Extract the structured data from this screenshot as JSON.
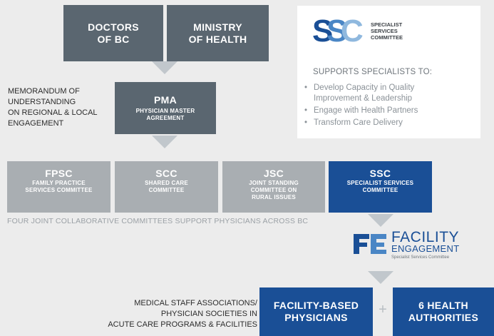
{
  "top": {
    "doctors": [
      "DOCTORS",
      "OF BC"
    ],
    "ministry": [
      "MINISTRY",
      "OF HEALTH"
    ]
  },
  "memo": [
    "MEMORANDUM OF",
    "UNDERSTANDING",
    "ON REGIONAL & LOCAL",
    "ENGAGEMENT"
  ],
  "pma": {
    "title": "PMA",
    "sub": [
      "PHYSICIAN MASTER",
      "AGREEMENT"
    ]
  },
  "ssc_panel": {
    "logo_text": [
      "SPECIALIST",
      "SERVICES",
      "COMMITTEE"
    ],
    "heading": "SUPPORTS SPECIALISTS TO:",
    "bullets": [
      [
        "Develop Capacity in Quality",
        "Improvement & Leadership"
      ],
      [
        "Engage with Health Partners"
      ],
      [
        "Transform Care Delivery"
      ]
    ]
  },
  "committees": [
    {
      "title": "FPSC",
      "sub": [
        "FAMILY PRACTICE",
        "SERVICES COMMITTEE"
      ]
    },
    {
      "title": "SCC",
      "sub": [
        "SHARED CARE",
        "COMMITTEE"
      ]
    },
    {
      "title": "JSC",
      "sub": [
        "JOINT STANDING",
        "COMMITTEE ON",
        "RURAL ISSUES"
      ]
    },
    {
      "title": "SSC",
      "sub": [
        "SPECIALIST SERVICES",
        "COMMITTEE"
      ]
    }
  ],
  "four_caption": "FOUR JOINT COLLABORATIVE COMMITTEES SUPPORT PHYSICIANS ACROSS BC",
  "facility_logo": {
    "line1": "FACILITY",
    "line2": "ENGAGEMENT",
    "line3": "Specialist Services Committee"
  },
  "msa_label": [
    "MEDICAL STAFF ASSOCIATIONS/",
    "PHYSICIAN SOCIETIES IN",
    "ACUTE CARE PROGRAMS & FACILITIES"
  ],
  "bottom": {
    "left": [
      "FACILITY-BASED",
      "PHYSICIANS"
    ],
    "plus": "+",
    "right": [
      "6 HEALTH",
      "AUTHORITIES"
    ]
  },
  "colors": {
    "dark": "#5a6670",
    "gray": "#a9aeb2",
    "blue": "#1a4f96",
    "arrow": "#c1c7cc",
    "background": "#ececec"
  }
}
